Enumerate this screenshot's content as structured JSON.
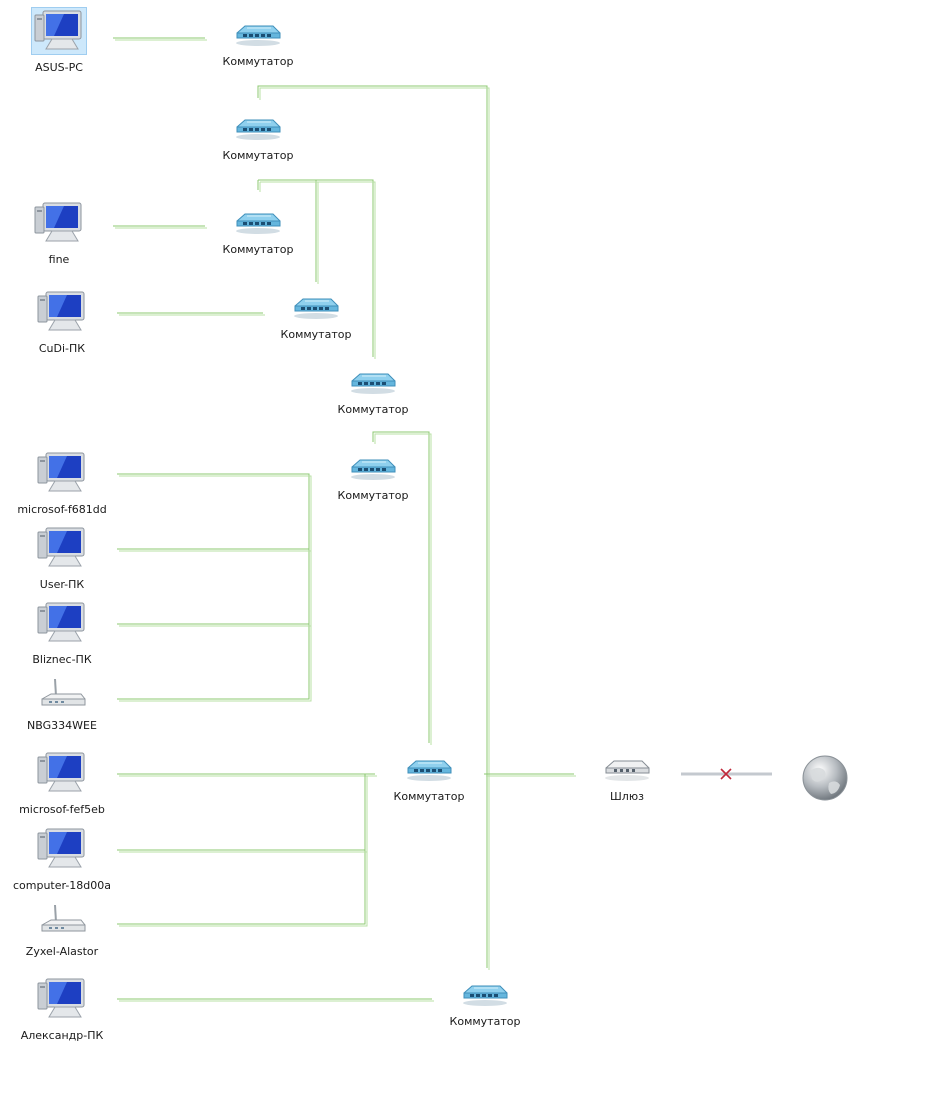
{
  "labels": {
    "pc_asus": "ASUS-PC",
    "pc_fine": "fine",
    "pc_cudi": "CuDi-ПК",
    "pc_f681dd": "microsof-f681dd",
    "pc_user": "User-ПК",
    "pc_bliznec": "Bliznec-ПК",
    "rt_nbg": "NBG334WEE",
    "pc_fef5eb": "microsof-fef5eb",
    "pc_18d00a": "computer-18d00a",
    "rt_zyxel": "Zyxel-Alastor",
    "pc_aleks": "Александр-ПК",
    "sw1": "Коммутатор",
    "sw2": "Коммутатор",
    "sw3": "Коммутатор",
    "sw4": "Коммутатор",
    "sw5": "Коммутатор",
    "sw6": "Коммутатор",
    "sw7": "Коммутатор",
    "sw8": "Коммутатор",
    "gateway": "Шлюз"
  },
  "colors": {
    "link": "#8cc872",
    "link_light": "#b9e0a6",
    "internet_link": "#c4c9cf",
    "broken_mark": "#c0283a",
    "switch_body": "#8fd0ee",
    "switch_dark": "#3f8fba"
  },
  "internet_link_status": "broken",
  "icons": {
    "pc": "computer-icon",
    "switch": "network-switch-icon",
    "router": "wireless-router-icon",
    "gateway": "gateway-icon",
    "internet": "globe-icon"
  }
}
